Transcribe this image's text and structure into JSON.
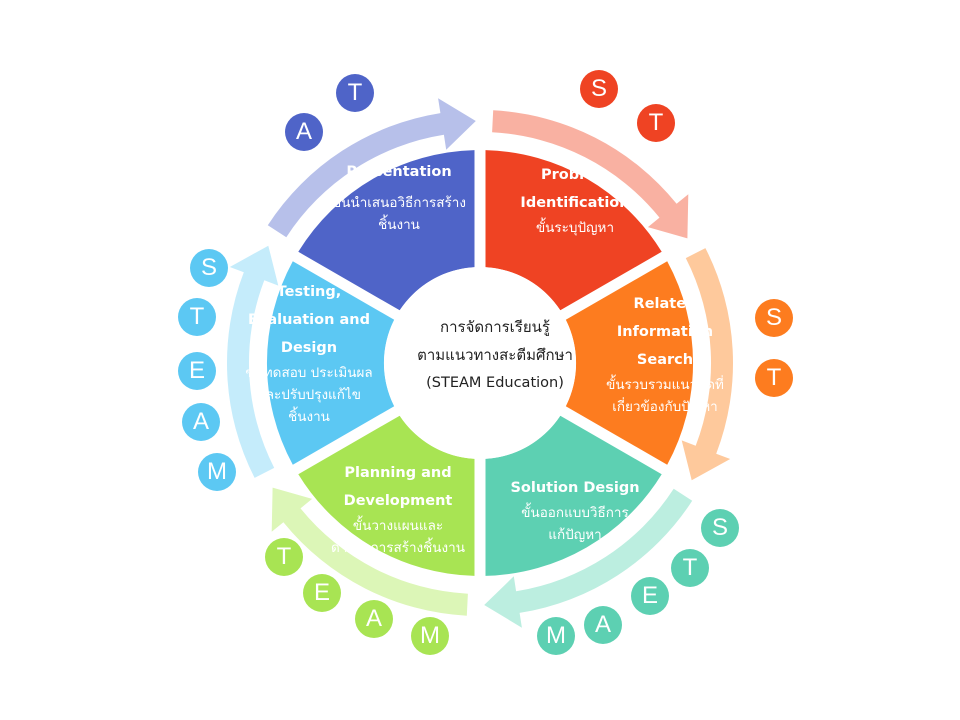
{
  "center": {
    "line1": "การจัดการเรียนรู้",
    "line2": "ตามแนวทางสะตีมศึกษา",
    "line3": "(STEAM Education)"
  },
  "segments": [
    {
      "id": "problem-identification",
      "title": [
        "Problem",
        "Identification"
      ],
      "thai": [
        "ขั้นระบุปัญหา"
      ],
      "color": "#ef4323",
      "arc_color": "#f9b1a2",
      "letters": [
        "S",
        "T"
      ]
    },
    {
      "id": "related-information-search",
      "title": [
        "Related",
        "Information",
        "Search"
      ],
      "thai": [
        "ขั้นรวบรวมแนวคิดที่",
        "เกี่ยวข้องกับปัญหา"
      ],
      "color": "#fd7c1f",
      "arc_color": "#fec99c",
      "letters": [
        "S",
        "T"
      ]
    },
    {
      "id": "solution-design",
      "title": [
        "Solution Design"
      ],
      "thai": [
        "ขั้นออกแบบวิธีการ",
        "แก้ปัญหา"
      ],
      "color": "#5dd0b2",
      "arc_color": "#bceee0",
      "letters": [
        "S",
        "T",
        "E",
        "A",
        "M"
      ]
    },
    {
      "id": "planning-and-development",
      "title": [
        "Planning and",
        "Development"
      ],
      "thai": [
        "ขั้นวางแผนและ",
        "ดำเนินการสร้างชิ้นงาน"
      ],
      "color": "#a8e453",
      "arc_color": "#dcf6b7",
      "letters": [
        "T",
        "E",
        "A",
        "M"
      ]
    },
    {
      "id": "testing-evaluation-design",
      "title": [
        "Testing,",
        "Evaluation and",
        "Design"
      ],
      "thai": [
        "ขั้นทดสอบ ประเมินผล",
        "และปรับปรุงแก้ไข",
        "ชิ้นงาน"
      ],
      "color": "#5cc8f3",
      "arc_color": "#c5ecfb",
      "letters": [
        "S",
        "T",
        "E",
        "A",
        "M"
      ]
    },
    {
      "id": "presentation",
      "title": [
        "Presentation"
      ],
      "thai": [
        "ขั้นนำเสนอวิธีการสร้าง",
        "ชิ้นงาน"
      ],
      "color": "#4f64c8",
      "arc_color": "#b7c0ea",
      "letters": [
        "A",
        "T"
      ]
    }
  ]
}
